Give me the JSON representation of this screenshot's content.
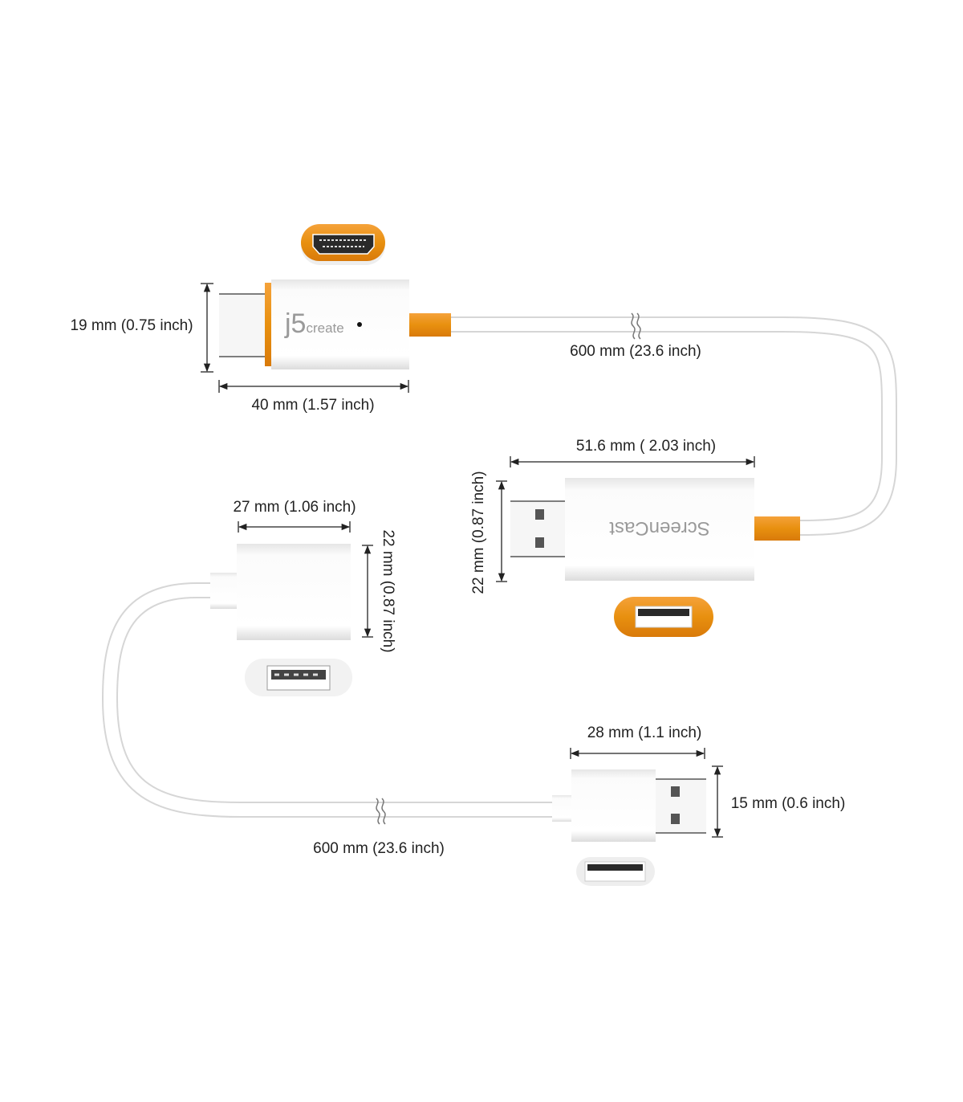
{
  "colors": {
    "accent": "#f0821e",
    "cable": "#ffffff",
    "cable_edge": "#d9d9d9",
    "dim_line": "#222222"
  },
  "connectors": {
    "hdmi_adapter": {
      "brand": "j5create",
      "brand_j5": "j5",
      "brand_rest": "create",
      "port_icon": "hdmi-port-icon"
    },
    "screencast_dongle": {
      "brand": "ScreenCast",
      "port_icon": "usb-a-port-icon"
    },
    "usb_female": {
      "port_icon": "usb-a-female-port-icon"
    },
    "usb_male": {
      "port_icon": "usb-a-port-icon"
    }
  },
  "dimensions": {
    "hdmi_height": "19 mm (0.75 inch)",
    "hdmi_length": "40 mm (1.57 inch)",
    "upper_cable_length": "600 mm (23.6 inch)",
    "screencast_length": "51.6 mm ( 2.03 inch)",
    "screencast_height": "22 mm (0.87 inch)",
    "female_length": "27 mm (1.06 inch)",
    "female_height": "22 mm (0.87 inch)",
    "lower_cable_length": "600 mm (23.6 inch)",
    "male_length": "28 mm (1.1 inch)",
    "male_height": "15 mm (0.6 inch)"
  }
}
